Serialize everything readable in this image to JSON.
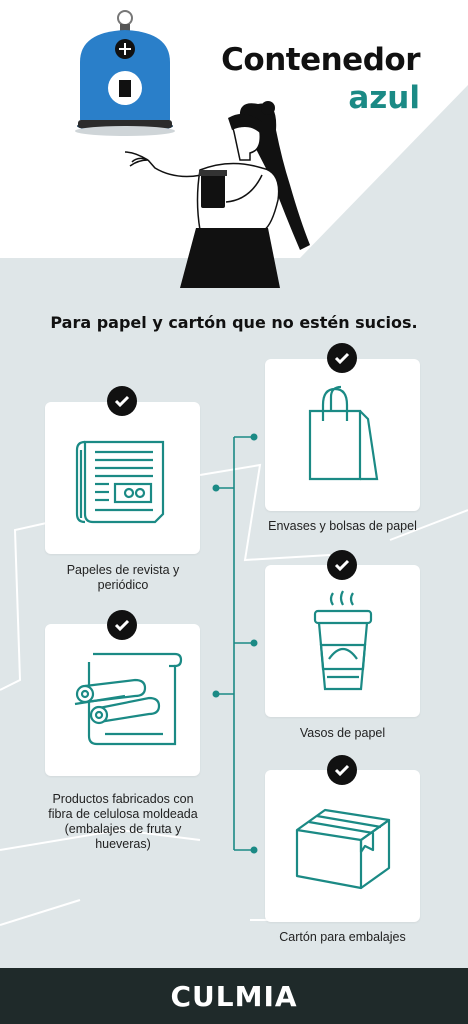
{
  "header": {
    "title_line1": "Contenedor",
    "title_line2": "azul"
  },
  "subtitle": "Para papel y cartón que no estén sucios.",
  "items": [
    {
      "label": "Papeles de revista y periódico",
      "icon": "newspaper-icon"
    },
    {
      "label": "Productos fabricados con fibra de celulosa moldeada (embalajes de fruta y hueveras)",
      "icon": "paper-rolls-icon"
    },
    {
      "label": "Envases y bolsas de papel",
      "icon": "paper-bag-icon"
    },
    {
      "label": "Vasos de papel",
      "icon": "paper-cup-icon"
    },
    {
      "label": "Cartón para embalajes",
      "icon": "cardboard-box-icon"
    }
  ],
  "footer": {
    "brand": "CULMIA"
  },
  "colors": {
    "accent": "#1b8a85",
    "container_blue": "#2a7fc9",
    "background_band": "#dfe6e8",
    "footer": "#1f2a2a"
  }
}
